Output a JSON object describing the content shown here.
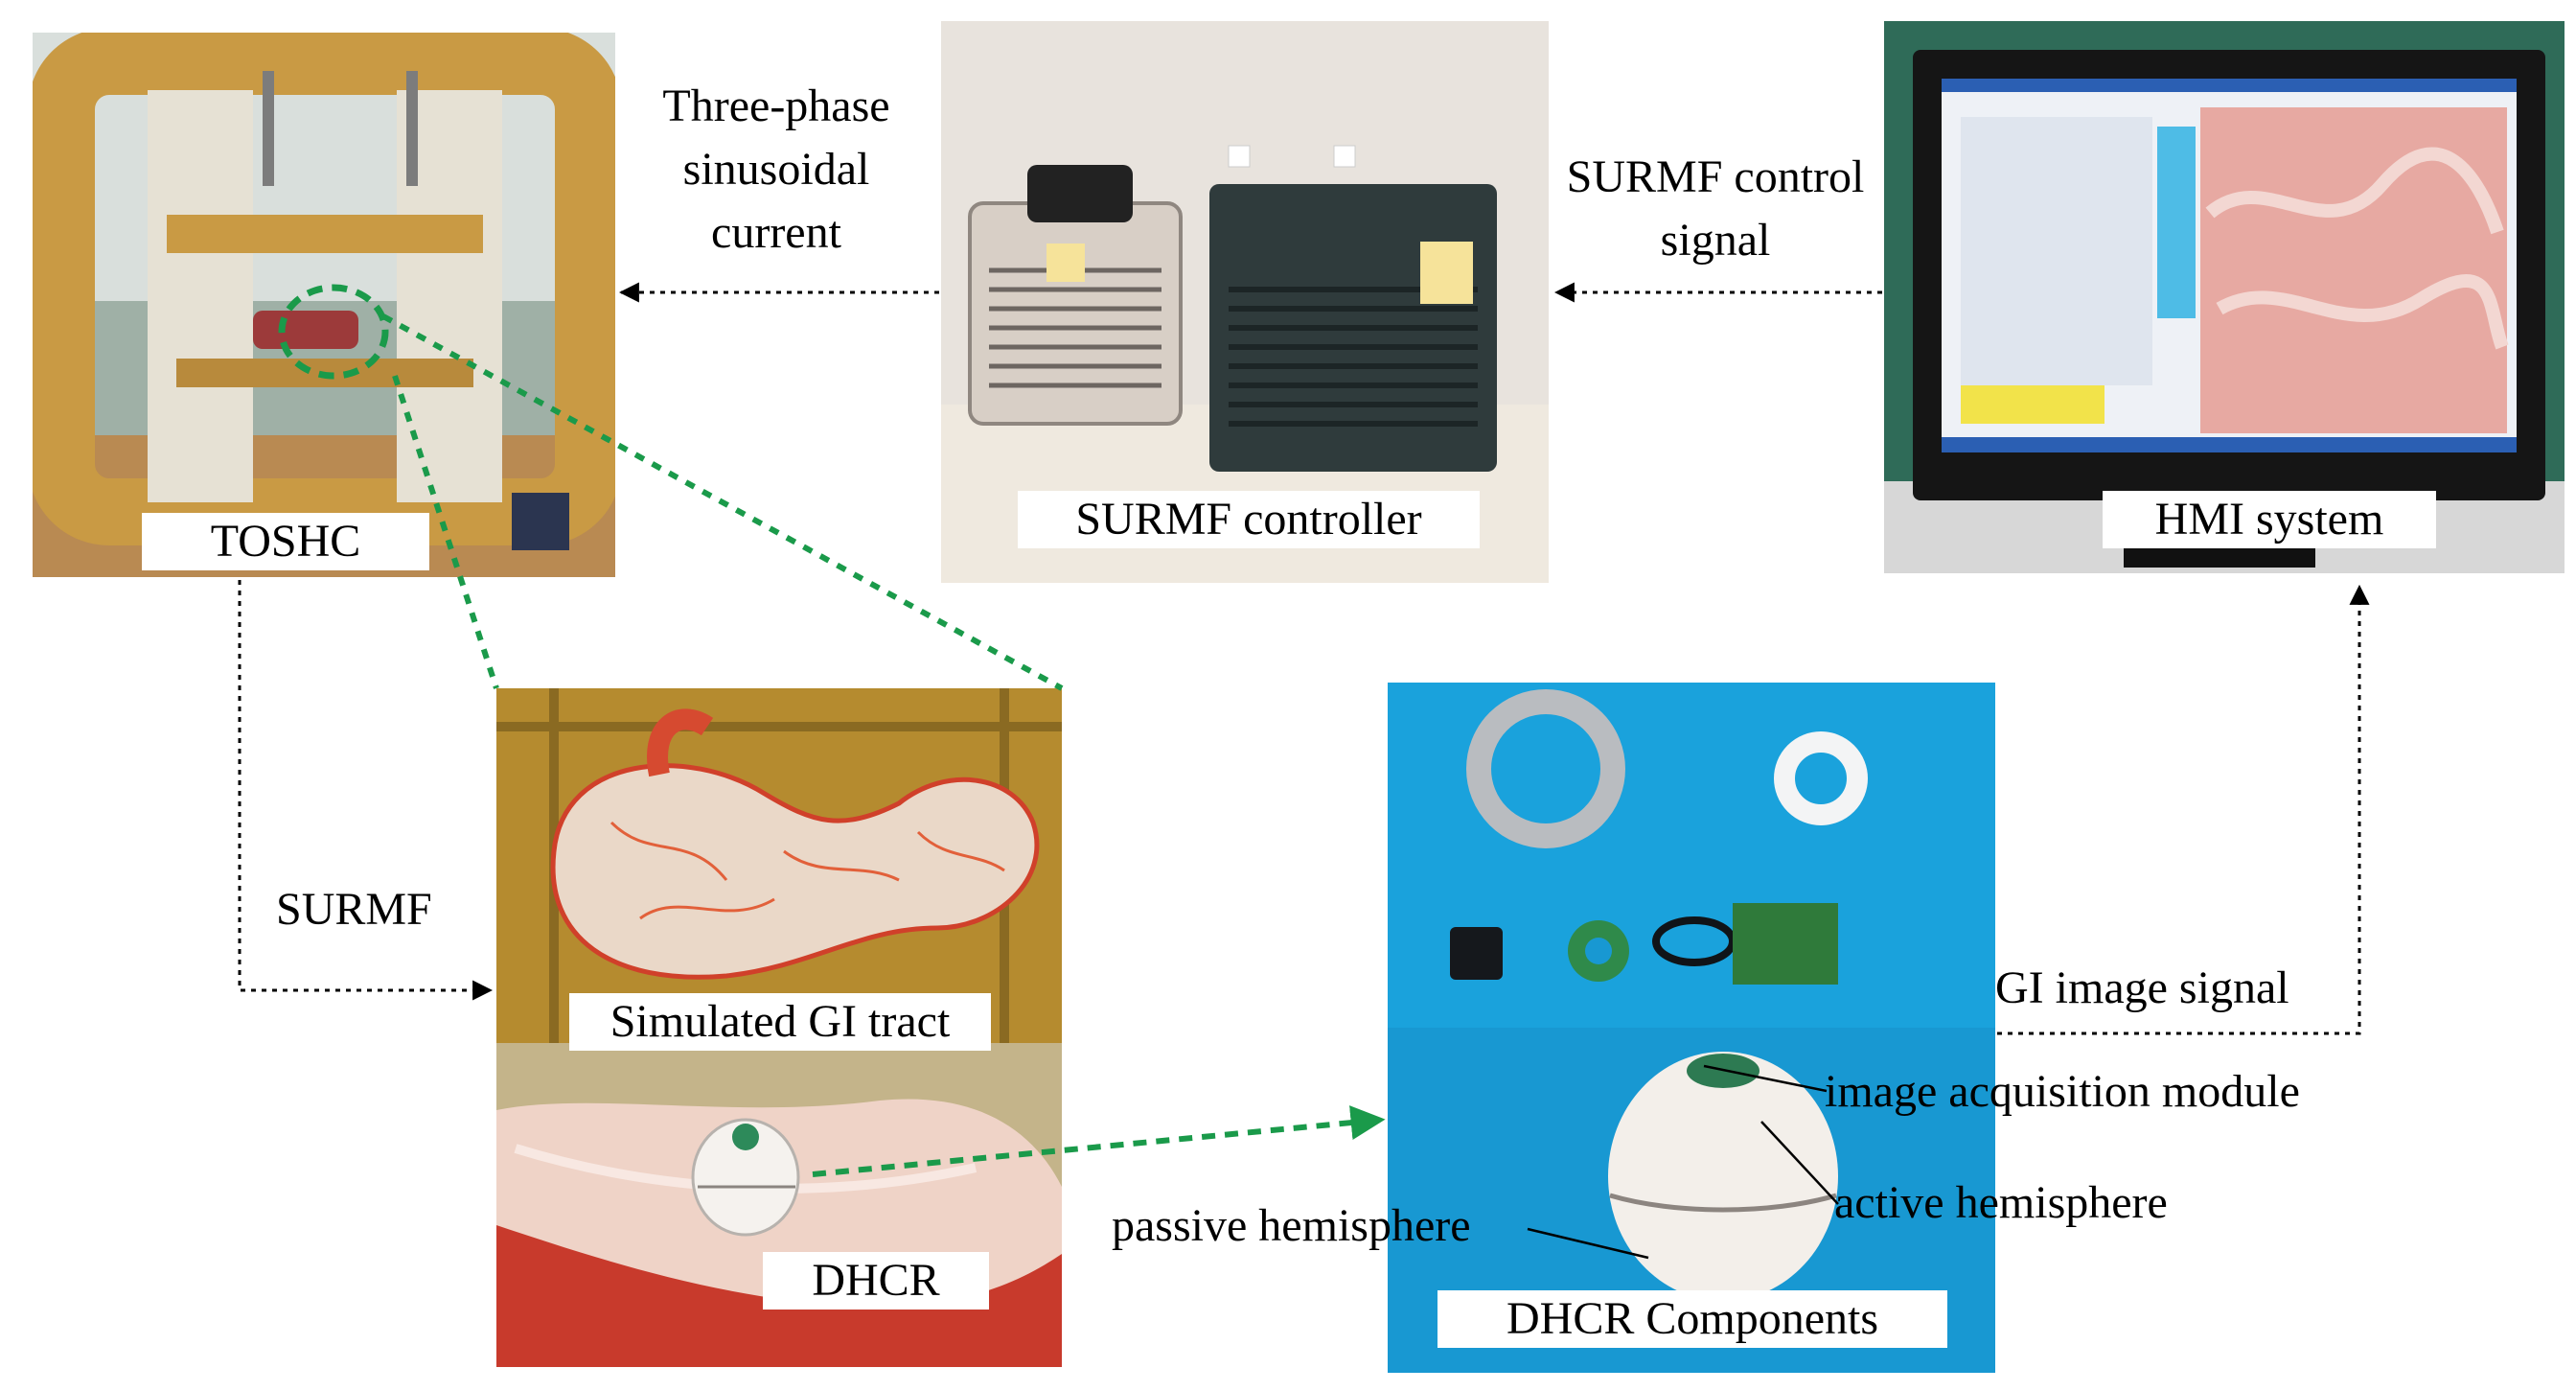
{
  "photos": {
    "toshc": {
      "caption": "TOSHC"
    },
    "controller": {
      "caption": "SURMF controller"
    },
    "hmi": {
      "caption": "HMI system"
    },
    "gi_tract": {
      "caption": "Simulated GI tract",
      "caption2": "DHCR"
    },
    "components": {
      "caption": "DHCR Components"
    }
  },
  "labels": {
    "current": "Three-phase sinusoidal current",
    "control_signal": "SURMF control signal",
    "surmf": "SURMF",
    "gi_image_signal": "GI image signal",
    "image_acquisition": "image acquisition module",
    "active_hemisphere": "active hemisphere",
    "passive_hemisphere": "passive hemisphere"
  },
  "colors": {
    "highlight_green": "#1a9a4a",
    "component_background": "#1aa2dc",
    "frame_wood": "#c8923e"
  }
}
